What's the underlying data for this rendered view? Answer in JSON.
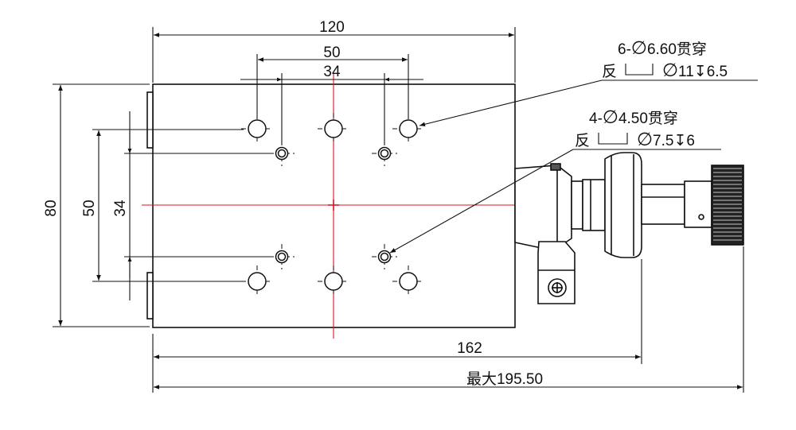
{
  "dimensions": {
    "overall_width": "120",
    "outer_hole_spacing_x": "50",
    "inner_hole_spacing_x": "34",
    "overall_height": "80",
    "outer_hole_spacing_y": "50",
    "inner_hole_spacing_y": "34",
    "body_length": "162",
    "max_length": "最大195.50"
  },
  "callout_outer_holes": {
    "line1_prefix": "6-",
    "line1_symbol": "∅",
    "line1_value": "6.60贯穿",
    "line2_prefix": "反",
    "line2_symbol": "∅",
    "line2_value": "11",
    "line2_depth_symbol": "↧",
    "line2_depth": "6.5"
  },
  "callout_inner_holes": {
    "line1_prefix": "4-",
    "line1_symbol": "∅",
    "line1_value": "4.50贯穿",
    "line2_prefix": "反",
    "line2_symbol": "∅",
    "line2_value": "7.5",
    "line2_depth_symbol": "↧",
    "line2_depth": "6"
  },
  "colors": {
    "line": "#111111",
    "centerline": "#e0141e",
    "background": "#ffffff"
  }
}
